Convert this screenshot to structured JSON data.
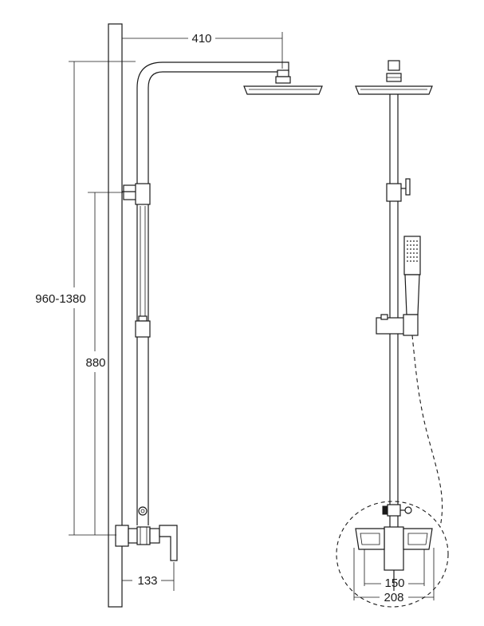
{
  "dimensions": {
    "arm_reach": "410",
    "total_height": "960-1380",
    "column_height": "880",
    "wall_offset": "133",
    "inlet_spacing": "150",
    "mixer_width": "208"
  }
}
